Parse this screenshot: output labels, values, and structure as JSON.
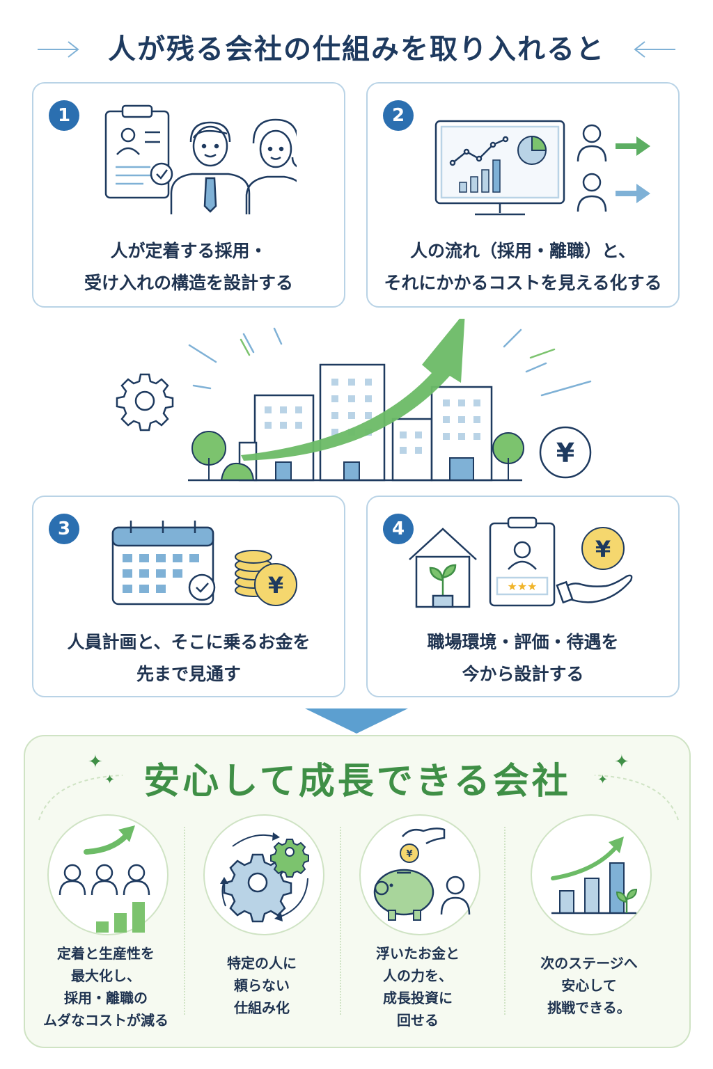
{
  "title": "人が残る会社の仕組みを取り入れると",
  "cards": [
    {
      "number": "1",
      "line1": "人が定着する採用・",
      "line2": "受け入れの構造を設計する"
    },
    {
      "number": "2",
      "line1": "人の流れ（採用・離職）と、",
      "line2": "それにかかるコストを見える化する"
    },
    {
      "number": "3",
      "line1": "人員計画と、そこに乗るお金を",
      "line2": "先まで見通す"
    },
    {
      "number": "4",
      "line1": "職場環境・評価・待遇を",
      "line2": "今から設計する"
    }
  ],
  "yen_symbol": "¥",
  "bottom": {
    "title": "安心して成長できる会社",
    "benefits": [
      {
        "lines": [
          "定着と生産性を",
          "最大化し、",
          "採用・離職の",
          "ムダなコストが減る"
        ]
      },
      {
        "lines": [
          "特定の人に",
          "頼らない",
          "仕組み化"
        ]
      },
      {
        "lines": [
          "浮いたお金と",
          "人の力を、",
          "成長投資に",
          "回せる"
        ]
      },
      {
        "lines": [
          "次のステージへ",
          "安心して",
          "挑戦できる。"
        ]
      }
    ]
  },
  "colors": {
    "navy": "#1e3a5f",
    "accent_blue": "#2b6fb0",
    "green": "#3f8f46",
    "light_green": "#7cc36e",
    "light_blue": "#b9d3e6",
    "coin": "#f5d76e"
  },
  "icons": [
    "clipboard-icon",
    "people-icon",
    "monitor-chart-icon",
    "person-arrow-icon",
    "gear-icon",
    "buildings-icon",
    "growth-arrow-icon",
    "yen-icon",
    "calendar-icon",
    "coins-icon",
    "house-plant-icon",
    "evaluation-icon",
    "yen-hand-icon",
    "team-growth-icon",
    "gears-cycle-icon",
    "piggy-bank-icon",
    "bar-growth-icon",
    "sparkle-icon"
  ]
}
